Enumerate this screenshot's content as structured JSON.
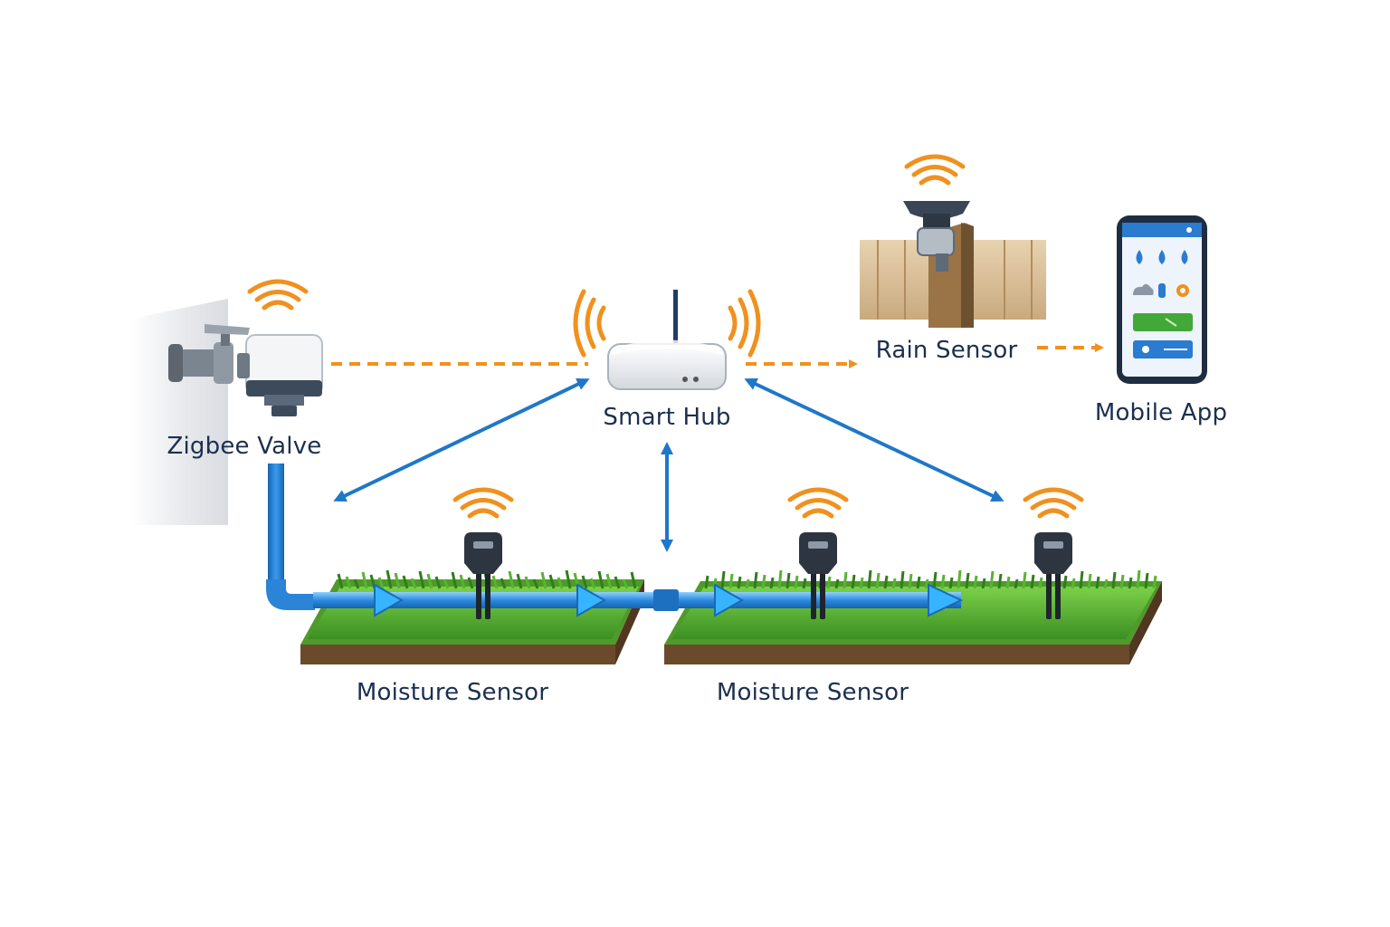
{
  "labels": {
    "zigbee_valve": "Zigbee Valve",
    "smart_hub": "Smart Hub",
    "rain_sensor": "Rain Sensor",
    "mobile_app": "Mobile App",
    "moisture_sensor_1": "Moisture Sensor",
    "moisture_sensor_2": "Moisture Sensor"
  },
  "colors": {
    "label_text": "#1c2f4f",
    "wireless_signal": "#f0911e",
    "wireless_link": "#f0911e",
    "data_link": "#1f77c9",
    "water_pipe": "#2b8be0",
    "grass": "#4fae2e",
    "soil": "#6b4a2b",
    "device_dark": "#2d3540"
  },
  "icons": {
    "valve": "zigbee-valve-icon",
    "hub": "router-icon",
    "rain": "rain-sensor-icon",
    "phone": "smartphone-icon",
    "sensor": "soil-moisture-probe-icon",
    "signal": "wifi-signal-icon"
  }
}
